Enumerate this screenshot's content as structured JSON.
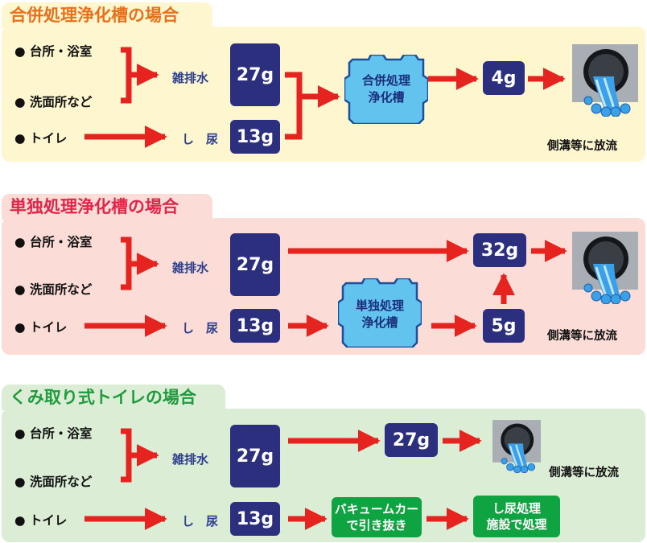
{
  "sections": [
    {
      "title": "合併処理浄化槽の場合",
      "source_kitchen": "● 台所・浴室",
      "source_wash": "● 洗面所など",
      "source_toilet": "● トイレ",
      "label_grey": "雑排水",
      "label_night": "し　尿",
      "amount_grey": "27g",
      "amount_night": "13g",
      "tank_line1": "合併処理",
      "tank_line2": "浄化槽",
      "amount_out": "4g",
      "output_label": "側溝等に放流"
    },
    {
      "title": "単独処理浄化槽の場合",
      "source_kitchen": "● 台所・浴室",
      "source_wash": "● 洗面所など",
      "source_toilet": "● トイレ",
      "label_grey": "雑排水",
      "label_night": "し　尿",
      "amount_grey": "27g",
      "amount_night": "13g",
      "tank_line1": "単独処理",
      "tank_line2": "浄化槽",
      "amount_total": "32g",
      "amount_treated": "5g",
      "output_label": "側溝等に放流"
    },
    {
      "title": "くみ取り式トイレの場合",
      "source_kitchen": "● 台所・浴室",
      "source_wash": "● 洗面所など",
      "source_toilet": "● トイレ",
      "label_grey": "雑排水",
      "label_night": "し　尿",
      "amount_grey": "27g",
      "amount_night": "13g",
      "amount_out": "27g",
      "vacuum_text": "バキュームカー\nで引き抜き",
      "facility_text": "し尿処理\n施設で処理",
      "output_label": "側溝等に放流"
    }
  ],
  "colors": {
    "panel1": "#fdf6cf",
    "tab1_text": "#e8701a",
    "panel2": "#fbdcd6",
    "tab2_text": "#e2264a",
    "panel3": "#dcedd6",
    "tab3_text": "#1f9a3e",
    "arrow": "#e5231f",
    "amount_box": "#2b2f7e",
    "tank": "#62c4ee",
    "green_box": "#10a341"
  },
  "icons": [
    "drain-pipe-icon",
    "septic-tank-icon"
  ]
}
